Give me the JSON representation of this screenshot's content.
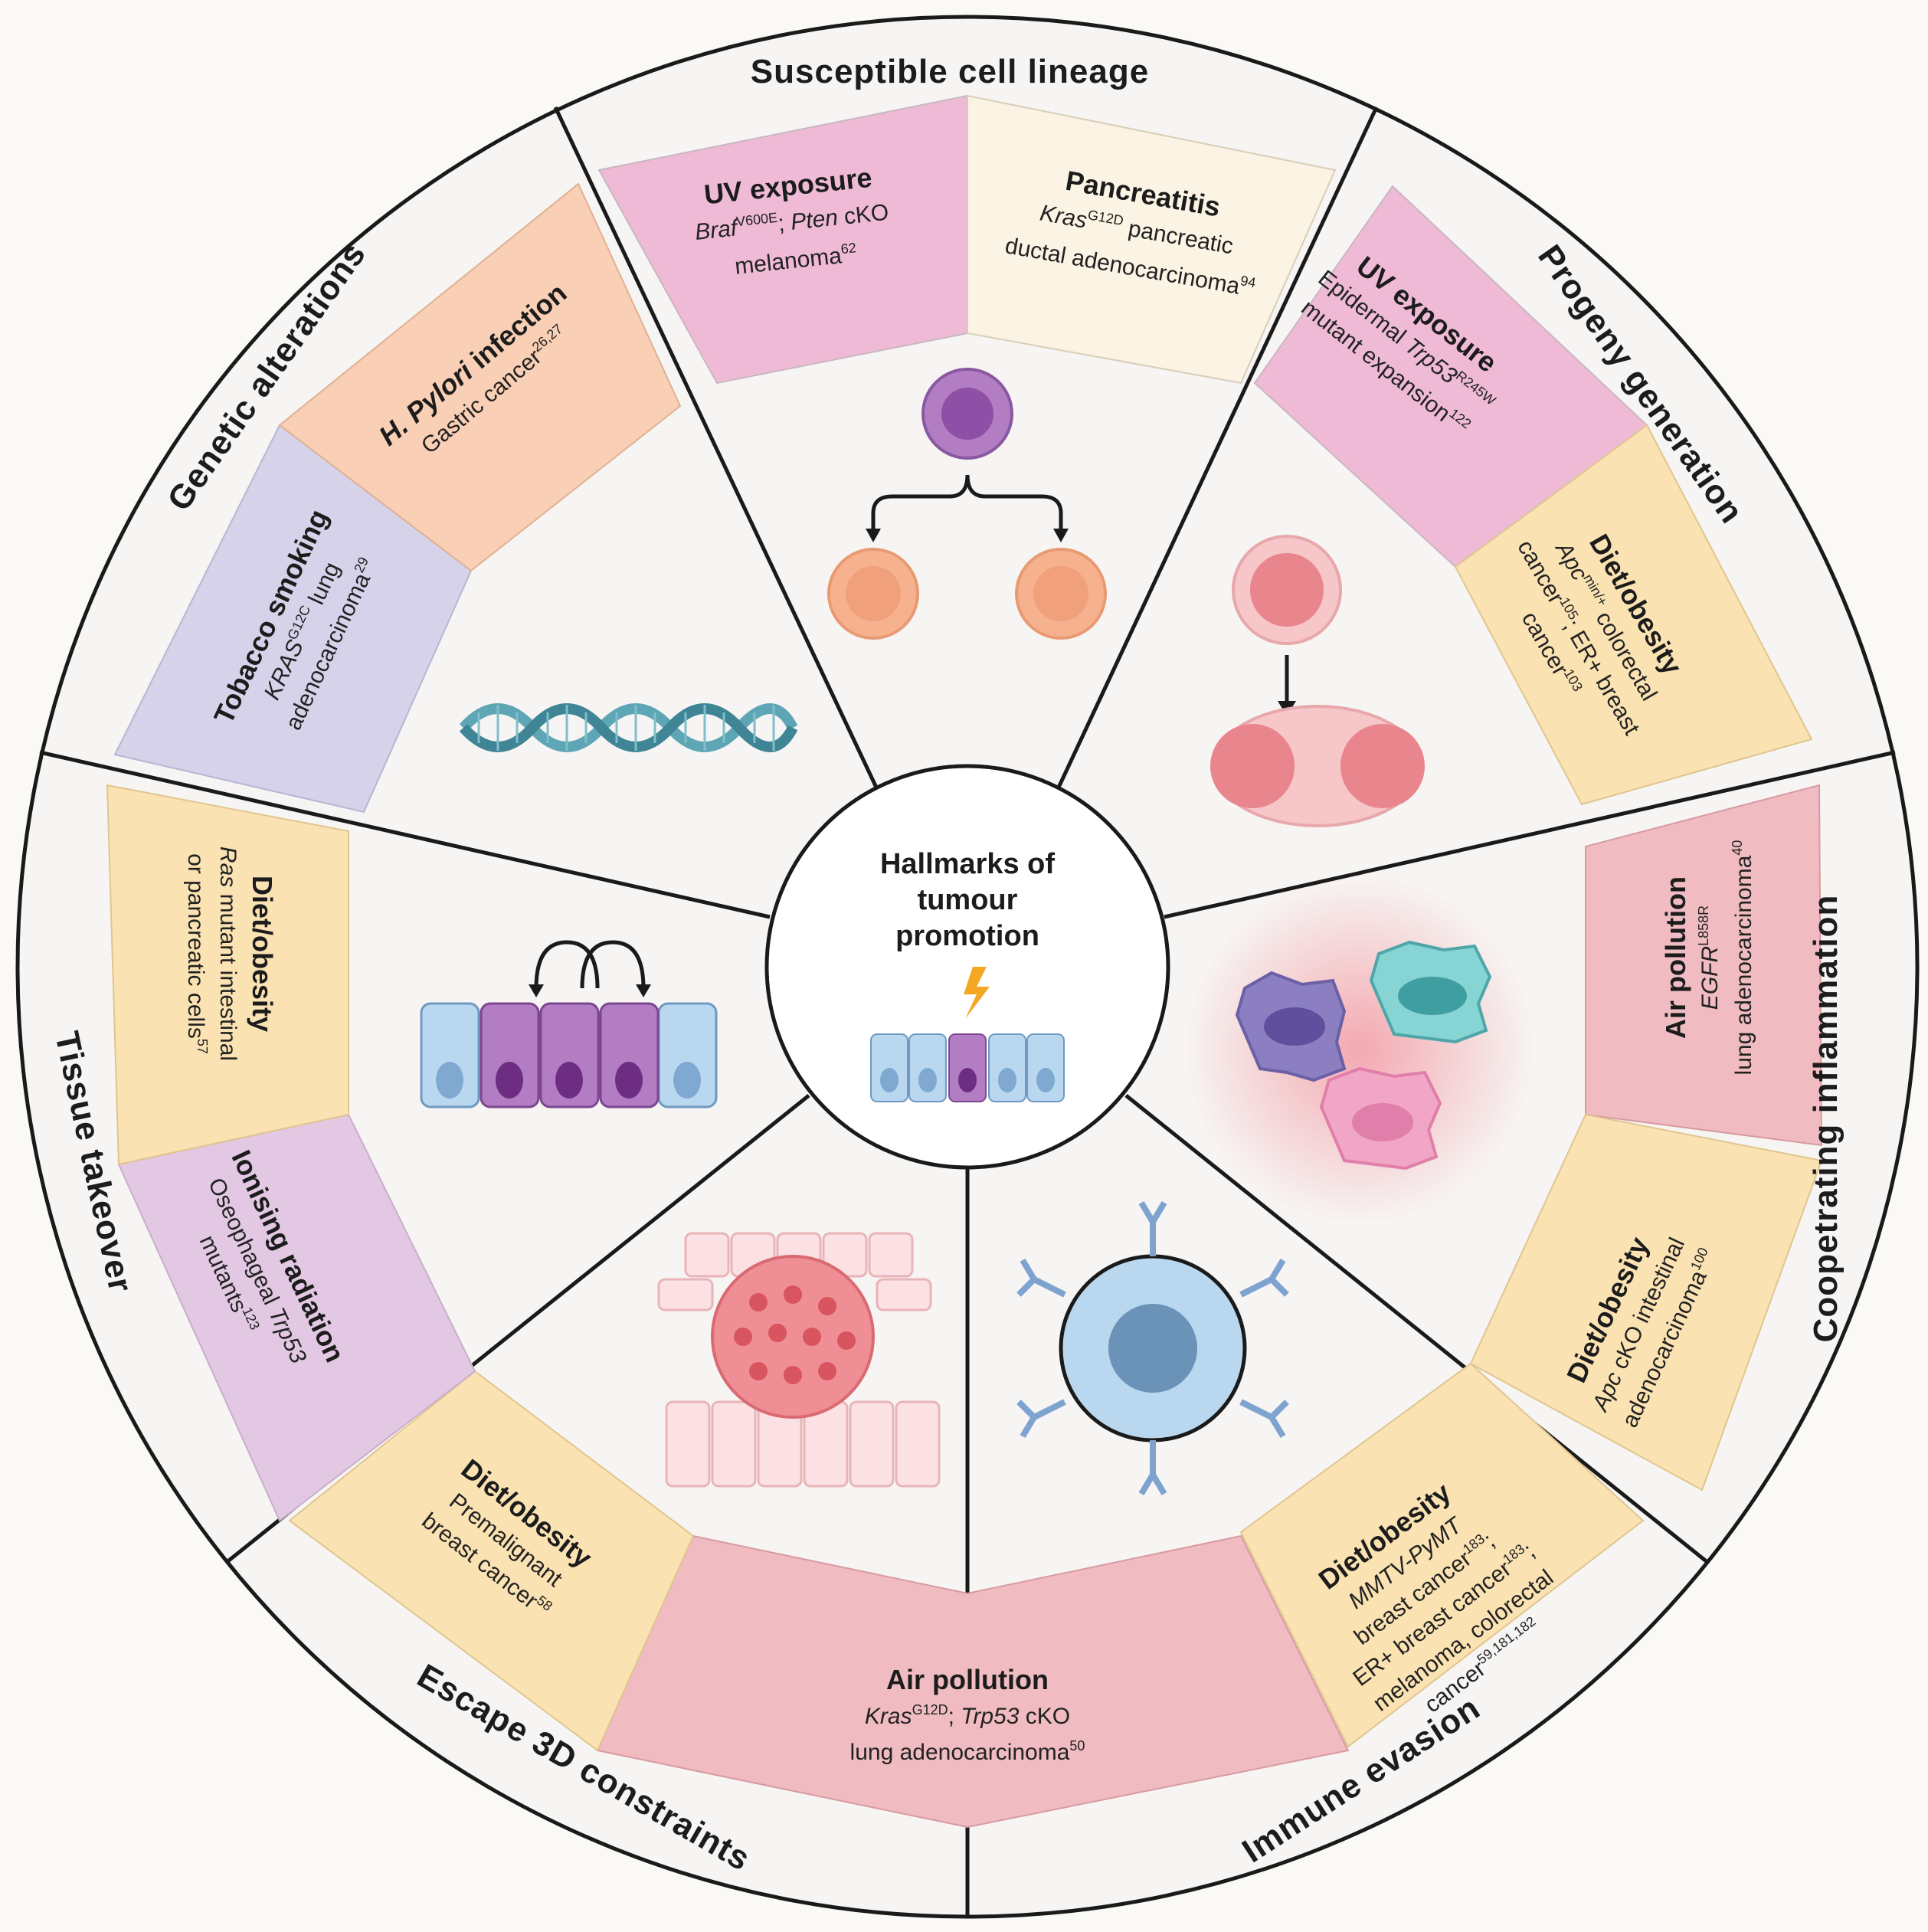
{
  "center": {
    "line1": "Hallmarks of",
    "line2": "tumour",
    "line3": "promotion"
  },
  "hallmarks": {
    "susceptible": "Susceptible cell lineage",
    "progeny": "Progeny generation",
    "coopetrating": "Coopetrating inflammation",
    "immune": "Immune evasion",
    "escape": "Escape 3D constraints",
    "tissue": "Tissue takeover",
    "genetic": "Genetic alterations"
  },
  "boxes": {
    "uv1": {
      "title": "UV exposure",
      "a": "Braf",
      "a_sup": "V600E",
      "b": "; ",
      "c": "Pten",
      "d": " cKO",
      "e": "melanoma",
      "e_sup": "62"
    },
    "panc": {
      "title": "Pancreatitis",
      "a": "Kras",
      "a_sup": "G12D",
      "b": " pancreatic",
      "c": "ductal adenocarcinoma",
      "c_sup": "94"
    },
    "uv2": {
      "title": "UV exposure",
      "a": "Epidermal ",
      "b": "Trp53",
      "b_sup": "R245W",
      "c": "mutant expansion",
      "c_sup": "122"
    },
    "diet1": {
      "title": "Diet/obesity",
      "a": "Apc",
      "a_sup": "min/+",
      "b": " colorectal",
      "c": "cancer",
      "c_sup": "105",
      "d": "; ER+ breast",
      "e": "cancer",
      "e_sup": "103"
    },
    "air1": {
      "title": "Air pollution",
      "a": "EGFR",
      "a_sup": "L858R",
      "b": "lung adenocarcinoma",
      "b_sup": "40"
    },
    "diet2": {
      "title": "Diet/obesity",
      "a": "Apc",
      "b": " cKO intestinal",
      "c": "adenocarcinoma",
      "c_sup": "100"
    },
    "diet3": {
      "title": "Diet/obesity",
      "a": "MMTV-PyMT",
      "b": "breast cancer",
      "b_sup": "183",
      "c": ";",
      "d": "ER+ breast cancer",
      "d_sup": "183",
      "e": ";",
      "f": "melanoma, colorectal",
      "g": "cancer",
      "g_sup": "59,181,182"
    },
    "air2": {
      "title": "Air pollution",
      "a": "Kras",
      "a_sup": "G12D",
      "b": "; ",
      "c": "Trp53",
      "d": " cKO",
      "e": "lung adenocarcinoma",
      "e_sup": "50"
    },
    "diet4": {
      "title": "Diet/obesity",
      "a": "Premalignant",
      "b": "breast cancer",
      "b_sup": "58"
    },
    "ion": {
      "title": "Ionising radiation",
      "a": "Oseophageal ",
      "b": "Trp53",
      "c": "mutants",
      "c_sup": "123"
    },
    "diet5": {
      "title": "Diet/obesity",
      "a": "Ras",
      "b": " mutant intestinal",
      "c": "or pancreatic cells",
      "c_sup": "57"
    },
    "tob": {
      "title": "Tobacco smoking",
      "a": "KRAS",
      "a_sup": "G12C",
      "b": " lung",
      "c": "adenocarcinoma",
      "c_sup": "29"
    },
    "hp": {
      "title": "H. Pylori",
      "title2": " infection",
      "a": "Gastric cancer",
      "a_sup": "26,27"
    }
  },
  "colors": {
    "pink": "#efbad6",
    "cream": "#fbf3e3",
    "yellow": "#fae2b2",
    "rose": "#f0bcc1",
    "lavender": "#d5d2ea",
    "lilac": "#e3c8e4",
    "peach": "#f9cfb5"
  },
  "icons": [
    "cell-division-icon",
    "dna-icon",
    "cell-mitosis-icon",
    "immune-cells-icon",
    "antibody-cell-icon",
    "tumour-tissue-icon",
    "cell-competition-icon",
    "epithelium-lightning-icon"
  ]
}
